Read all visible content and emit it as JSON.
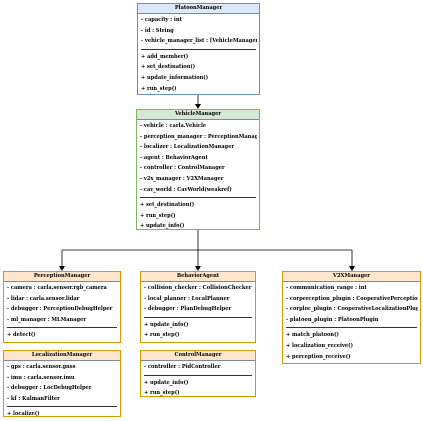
{
  "diagram": {
    "platoon_manager": {
      "title": "PlatoonManager",
      "attributes": [
        "- capacity : int",
        "- id : String",
        "- vehicle_manager_list : [VehicleManager]"
      ],
      "methods": [
        "+ add_member()",
        "+ set_destination()",
        "+ update_information()",
        "+ run_step()"
      ]
    },
    "vehicle_manager": {
      "title": "VehicleManager",
      "attributes": [
        "- vehicle : carla.Vehicle",
        "- perception_manager : PerceptionManager",
        "- localizer : LocalizationManager",
        "- agent : BehaviorAgent",
        "- controller : ControlManager",
        "- v2x_manager : V2XManager",
        "- cav_world : CavWorld(weakref)"
      ],
      "methods": [
        "+ set_destination()",
        "+ run_step()",
        "+ update_info()"
      ]
    },
    "perception_manager": {
      "title": "PerceptionManager",
      "attributes": [
        "- camera : carla.sensor.rgb_camera",
        "- lidar : carla.sensor.lidar",
        "- debugger : PerceptionDebugHelper",
        "- ml_manager : MLManager"
      ],
      "methods": [
        "+ detect()"
      ]
    },
    "behavior_agent": {
      "title": "BehaviorAgent",
      "attributes": [
        "- collision_checker : CollisionChecker",
        "- local_planner : LocalPlanner",
        "- debugger : PlanDebugHelper"
      ],
      "methods": [
        "+ update_info()",
        "+ run_step()"
      ]
    },
    "v2x_manager": {
      "title": "V2XManager",
      "attributes": [
        "- communication_range : int",
        "- corperception_plugin : CooperativePerceptionPlugin",
        "- corploc_plugin : CooperativeLocalizationPlugin",
        "- platoon_plugin : PlatoonPlugin"
      ],
      "methods": [
        "+ match_platoon()",
        "+ localization_receive()",
        "+ perception_receive()"
      ]
    },
    "localization_manager": {
      "title": "LocalizationManager",
      "attributes": [
        "- gps : carla.sensor.gnss",
        "- imu : carla.sensor.imu",
        "- debugger : LocDebugHelper",
        "- kf : KalmanFilter"
      ],
      "methods": [
        "+ localize()"
      ]
    },
    "control_manager": {
      "title": "ControlManager",
      "attributes": [
        "- controller : PidController"
      ],
      "methods": [
        "+ update_info()",
        "+ run_step()"
      ]
    }
  }
}
